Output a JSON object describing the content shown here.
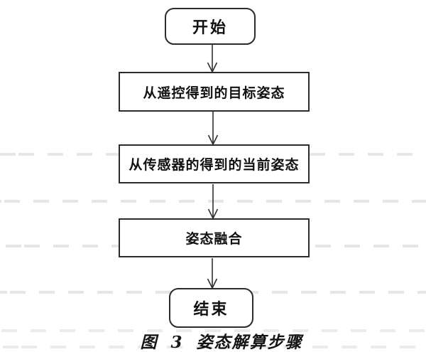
{
  "figure": {
    "type": "flowchart",
    "caption": "图 3 姿态解算步骤"
  },
  "flowchart": {
    "nodes": [
      {
        "id": "start",
        "shape": "terminator",
        "label": "开始"
      },
      {
        "id": "step-1",
        "shape": "process",
        "label": "从遥控得到的目标姿态"
      },
      {
        "id": "step-2",
        "shape": "process",
        "label": "从传感器的得到的当前姿态"
      },
      {
        "id": "step-3",
        "shape": "process",
        "label": "姿态融合"
      },
      {
        "id": "end",
        "shape": "terminator",
        "label": "结束"
      }
    ],
    "edges": [
      {
        "from": "start",
        "to": "step-1",
        "direction": "down"
      },
      {
        "from": "step-1",
        "to": "step-2",
        "direction": "down"
      },
      {
        "from": "step-2",
        "to": "step-3",
        "direction": "down"
      },
      {
        "from": "step-3",
        "to": "end",
        "direction": "down"
      }
    ]
  },
  "colors": {
    "ink": "#2b2b2b",
    "background": "#ffffff",
    "noise_dash": "#d2d2d2"
  }
}
